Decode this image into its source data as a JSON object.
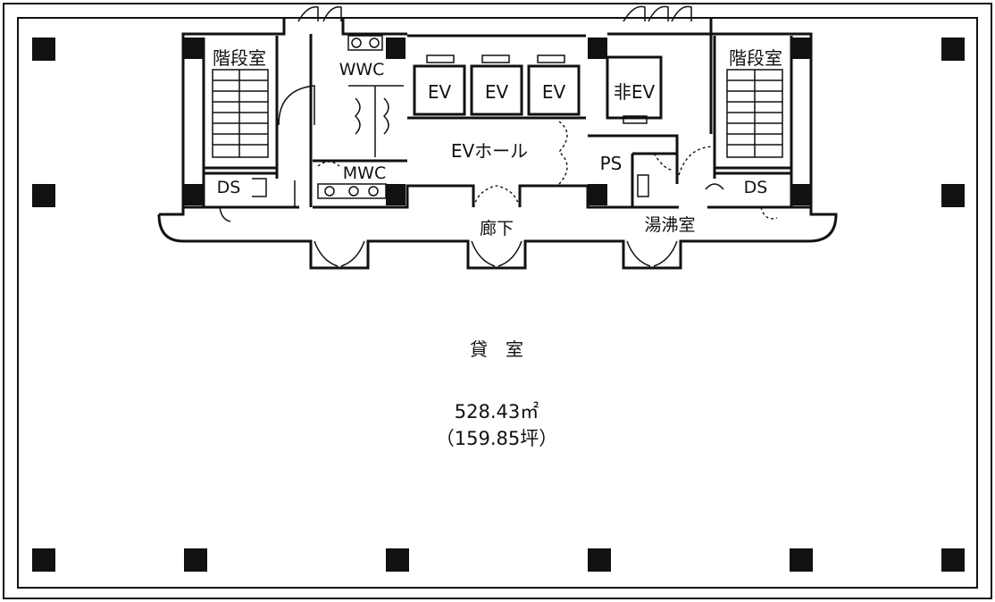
{
  "labels": {
    "stair_left": "階段室",
    "stair_right": "階段室",
    "wwc": "WWC",
    "mwc": "MWC",
    "ev1": "EV",
    "ev2": "EV",
    "ev3": "EV",
    "ev_emergency": "非EV",
    "ev_hall": "EVホール",
    "ps": "PS",
    "ds_left": "DS",
    "ds_right": "DS",
    "corridor": "廊下",
    "kitchenette": "湯沸室",
    "rental_room": "貸　室",
    "area_sqm": "528.43㎡",
    "area_tsubo": "（159.85坪）"
  }
}
